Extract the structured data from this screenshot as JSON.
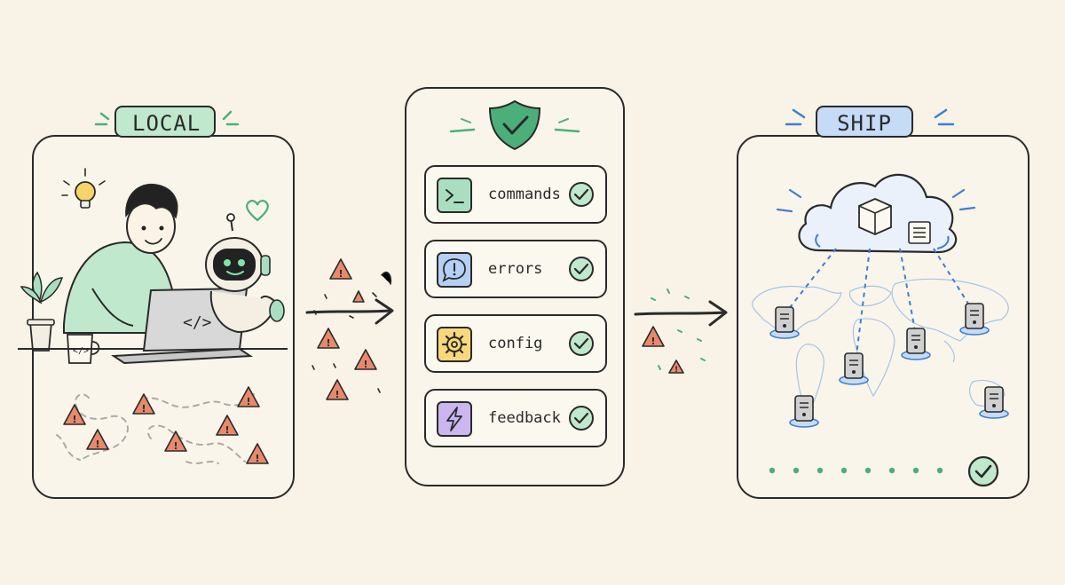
{
  "local": {
    "tag": "LOCAL"
  },
  "checks": {
    "items": [
      {
        "label": "commands",
        "icon": "terminal-icon",
        "color": "#a9dfc0"
      },
      {
        "label": "errors",
        "icon": "alert-bubble-icon",
        "color": "#b5cff5"
      },
      {
        "label": "config",
        "icon": "gear-icon",
        "color": "#f7d97a"
      },
      {
        "label": "feedback",
        "icon": "lightning-icon",
        "color": "#cbb6f0"
      }
    ]
  },
  "ship": {
    "tag": "SHIP"
  },
  "colors": {
    "local_tag": "#bfe8cc",
    "ship_tag": "#c5dbf6",
    "accent_green": "#4caf7a",
    "warning": "#e8896a",
    "link_blue": "#3f7fd0"
  }
}
